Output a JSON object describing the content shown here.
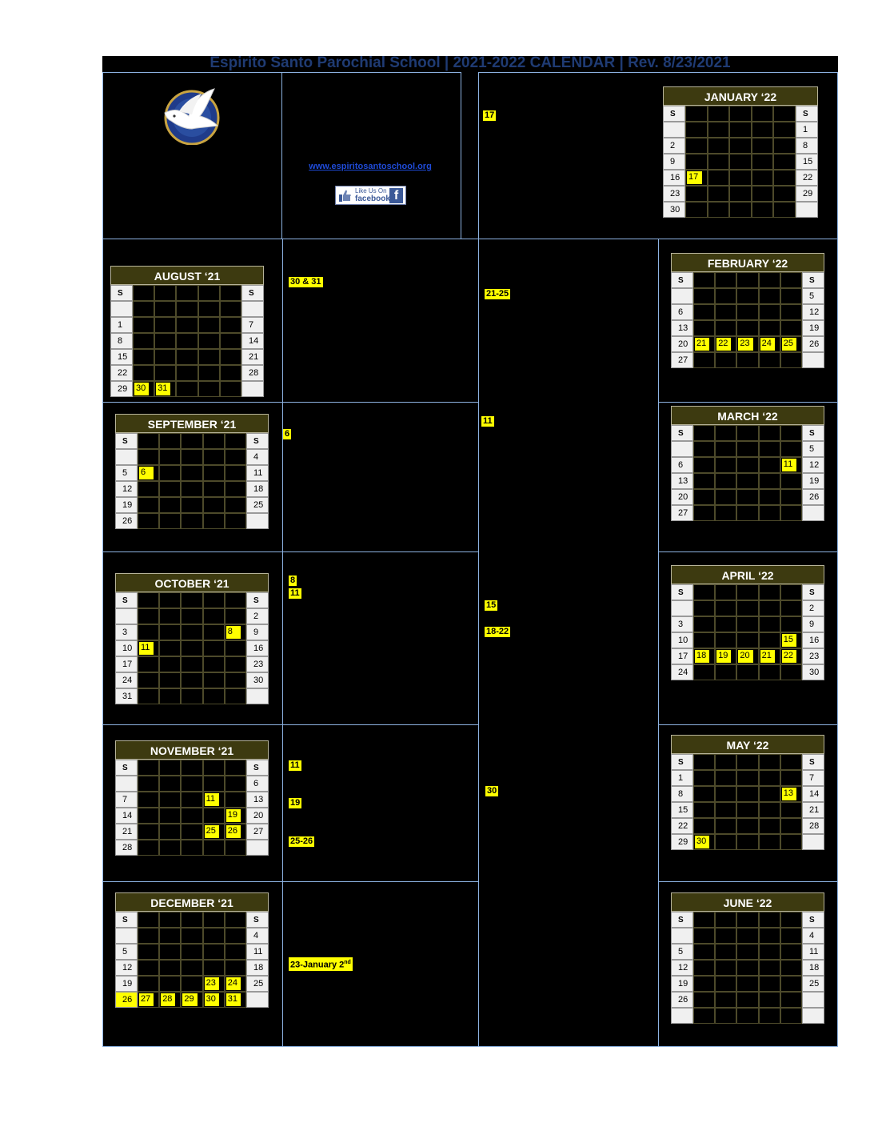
{
  "header": {
    "title": "Espirito Santo Parochial School  |  2021-2022 CALENDAR  |  Rev. 8/23/2021",
    "website": "www.espiritosantoschool.org",
    "facebook_line1": "Like Us On",
    "facebook_line2": "facebook",
    "facebook_f": "f"
  },
  "events": {
    "jan17": "17",
    "aug": "30 & 31",
    "feb": "21-25",
    "sep": "6",
    "mar": "11",
    "oct8": "8",
    "oct11": "11",
    "apr15": "15",
    "apr18": "18-22",
    "nov11": "11",
    "nov19": "19",
    "nov25": "25-26",
    "may30": "30",
    "dec_text": "23-January 2",
    "dec_sup": "nd"
  },
  "calendars": [
    {
      "id": "aug",
      "name": "AUGUST ‘21",
      "left": [
        [
          "S",
          false
        ],
        [
          "",
          false
        ],
        [
          "1",
          false
        ],
        [
          "8",
          false
        ],
        [
          "15",
          false
        ],
        [
          "22",
          false
        ],
        [
          "29",
          false
        ]
      ],
      "right": [
        [
          "S",
          false
        ],
        [
          "",
          false
        ],
        [
          "7",
          false
        ],
        [
          "14",
          false
        ],
        [
          "21",
          false
        ],
        [
          "28",
          false
        ],
        [
          "",
          false
        ]
      ],
      "marks": [
        {
          "row": 6,
          "col": 0,
          "text": "30"
        },
        {
          "row": 6,
          "col": 1,
          "text": "31"
        }
      ]
    },
    {
      "id": "sep",
      "name": "SEPTEMBER ‘21",
      "left": [
        [
          "S",
          false
        ],
        [
          "",
          false
        ],
        [
          "5",
          false
        ],
        [
          "12",
          false
        ],
        [
          "19",
          false
        ],
        [
          "26",
          false
        ]
      ],
      "right": [
        [
          "S",
          false
        ],
        [
          "4",
          false
        ],
        [
          "11",
          false
        ],
        [
          "18",
          false
        ],
        [
          "25",
          false
        ],
        [
          "",
          false
        ]
      ],
      "marks": [
        {
          "row": 2,
          "col": 0,
          "text": "6"
        }
      ]
    },
    {
      "id": "oct",
      "name": "OCTOBER ‘21",
      "left": [
        [
          "S",
          false
        ],
        [
          "",
          false
        ],
        [
          "3",
          false
        ],
        [
          "10",
          false
        ],
        [
          "17",
          false
        ],
        [
          "24",
          false
        ],
        [
          "31",
          false
        ]
      ],
      "right": [
        [
          "S",
          false
        ],
        [
          "2",
          false
        ],
        [
          "9",
          false
        ],
        [
          "16",
          false
        ],
        [
          "23",
          false
        ],
        [
          "30",
          false
        ],
        [
          "",
          false
        ]
      ],
      "marks": [
        {
          "row": 2,
          "col": 4,
          "text": "8"
        },
        {
          "row": 3,
          "col": 0,
          "text": "11"
        }
      ]
    },
    {
      "id": "nov",
      "name": "NOVEMBER ‘21",
      "left": [
        [
          "S",
          false
        ],
        [
          "",
          false
        ],
        [
          "7",
          false
        ],
        [
          "14",
          false
        ],
        [
          "21",
          false
        ],
        [
          "28",
          false
        ]
      ],
      "right": [
        [
          "S",
          false
        ],
        [
          "6",
          false
        ],
        [
          "13",
          false
        ],
        [
          "20",
          false
        ],
        [
          "27",
          false
        ],
        [
          "",
          false
        ]
      ],
      "marks": [
        {
          "row": 2,
          "col": 3,
          "text": "11"
        },
        {
          "row": 3,
          "col": 4,
          "text": "19"
        },
        {
          "row": 4,
          "col": 3,
          "text": "25"
        },
        {
          "row": 4,
          "col": 4,
          "text": "26"
        }
      ]
    },
    {
      "id": "dec",
      "name": "DECEMBER ‘21",
      "left": [
        [
          "S",
          false
        ],
        [
          "",
          false
        ],
        [
          "5",
          false
        ],
        [
          "12",
          false
        ],
        [
          "19",
          false
        ],
        [
          "26",
          true
        ]
      ],
      "right": [
        [
          "S",
          false
        ],
        [
          "4",
          false
        ],
        [
          "11",
          false
        ],
        [
          "18",
          false
        ],
        [
          "25",
          false
        ],
        [
          "",
          false
        ]
      ],
      "marks": [
        {
          "row": 4,
          "col": 3,
          "text": "23"
        },
        {
          "row": 4,
          "col": 4,
          "text": "24"
        },
        {
          "row": 5,
          "col": 0,
          "text": "27"
        },
        {
          "row": 5,
          "col": 1,
          "text": "28"
        },
        {
          "row": 5,
          "col": 2,
          "text": "29"
        },
        {
          "row": 5,
          "col": 3,
          "text": "30"
        },
        {
          "row": 5,
          "col": 4,
          "text": "31"
        }
      ]
    },
    {
      "id": "jan",
      "name": "JANUARY ‘22",
      "left": [
        [
          "S",
          false
        ],
        [
          "",
          false
        ],
        [
          "2",
          false
        ],
        [
          "9",
          false
        ],
        [
          "16",
          false
        ],
        [
          "23",
          false
        ],
        [
          "30",
          false
        ]
      ],
      "right": [
        [
          "S",
          false
        ],
        [
          "1",
          false
        ],
        [
          "8",
          false
        ],
        [
          "15",
          false
        ],
        [
          "22",
          false
        ],
        [
          "29",
          false
        ],
        [
          "",
          false
        ]
      ],
      "marks": [
        {
          "row": 4,
          "col": 0,
          "text": "17"
        }
      ]
    },
    {
      "id": "feb",
      "name": "FEBRUARY ‘22",
      "left": [
        [
          "S",
          false
        ],
        [
          "",
          false
        ],
        [
          "6",
          false
        ],
        [
          "13",
          false
        ],
        [
          "20",
          false
        ],
        [
          "27",
          false
        ]
      ],
      "right": [
        [
          "S",
          false
        ],
        [
          "5",
          false
        ],
        [
          "12",
          false
        ],
        [
          "19",
          false
        ],
        [
          "26",
          false
        ],
        [
          "",
          false
        ]
      ],
      "marks": [
        {
          "row": 4,
          "col": 0,
          "text": "21"
        },
        {
          "row": 4,
          "col": 1,
          "text": "22"
        },
        {
          "row": 4,
          "col": 2,
          "text": "23"
        },
        {
          "row": 4,
          "col": 3,
          "text": "24"
        },
        {
          "row": 4,
          "col": 4,
          "text": "25"
        }
      ]
    },
    {
      "id": "mar",
      "name": "MARCH ‘22",
      "left": [
        [
          "S",
          false
        ],
        [
          "",
          false
        ],
        [
          "6",
          false
        ],
        [
          "13",
          false
        ],
        [
          "20",
          false
        ],
        [
          "27",
          false
        ]
      ],
      "right": [
        [
          "S",
          false
        ],
        [
          "5",
          false
        ],
        [
          "12",
          false
        ],
        [
          "19",
          false
        ],
        [
          "26",
          false
        ],
        [
          "",
          false
        ]
      ],
      "marks": [
        {
          "row": 2,
          "col": 4,
          "text": "11"
        }
      ]
    },
    {
      "id": "apr",
      "name": "APRIL ‘22",
      "left": [
        [
          "S",
          false
        ],
        [
          "",
          false
        ],
        [
          "3",
          false
        ],
        [
          "10",
          false
        ],
        [
          "17",
          false
        ],
        [
          "24",
          false
        ]
      ],
      "right": [
        [
          "S",
          false
        ],
        [
          "2",
          false
        ],
        [
          "9",
          false
        ],
        [
          "16",
          false
        ],
        [
          "23",
          false
        ],
        [
          "30",
          false
        ]
      ],
      "marks": [
        {
          "row": 3,
          "col": 4,
          "text": "15"
        },
        {
          "row": 4,
          "col": 0,
          "text": "18"
        },
        {
          "row": 4,
          "col": 1,
          "text": "19"
        },
        {
          "row": 4,
          "col": 2,
          "text": "20"
        },
        {
          "row": 4,
          "col": 3,
          "text": "21"
        },
        {
          "row": 4,
          "col": 4,
          "text": "22"
        }
      ]
    },
    {
      "id": "may",
      "name": "MAY ‘22",
      "left": [
        [
          "S",
          false
        ],
        [
          "1",
          false
        ],
        [
          "8",
          false
        ],
        [
          "15",
          false
        ],
        [
          "22",
          false
        ],
        [
          "29",
          false
        ]
      ],
      "right": [
        [
          "S",
          false
        ],
        [
          "7",
          false
        ],
        [
          "14",
          false
        ],
        [
          "21",
          false
        ],
        [
          "28",
          false
        ],
        [
          "",
          false
        ]
      ],
      "marks": [
        {
          "row": 2,
          "col": 4,
          "text": "13"
        },
        {
          "row": 5,
          "col": 0,
          "text": "30"
        }
      ]
    },
    {
      "id": "jun",
      "name": "JUNE ‘22",
      "left": [
        [
          "S",
          false
        ],
        [
          "",
          false
        ],
        [
          "5",
          false
        ],
        [
          "12",
          false
        ],
        [
          "19",
          false
        ],
        [
          "26",
          false
        ],
        [
          "",
          false
        ]
      ],
      "right": [
        [
          "S",
          false
        ],
        [
          "4",
          false
        ],
        [
          "11",
          false
        ],
        [
          "18",
          false
        ],
        [
          "25",
          false
        ],
        [
          "",
          false
        ],
        [
          "",
          false
        ]
      ],
      "marks": []
    }
  ]
}
